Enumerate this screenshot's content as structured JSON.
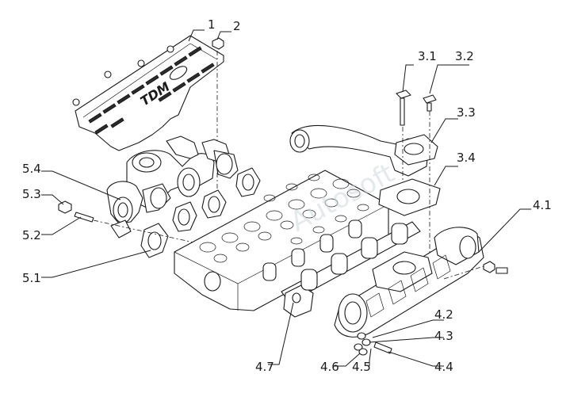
{
  "labels": {
    "l1": "1",
    "l2": "2",
    "l31": "3.1",
    "l32": "3.2",
    "l33": "3.3",
    "l34": "3.4",
    "l41": "4.1",
    "l42": "4.2",
    "l43": "4.3",
    "l44": "4.4",
    "l45": "4.5",
    "l46": "4.6",
    "l47": "4.7",
    "l51": "5.1",
    "l52": "5.2",
    "l53": "5.3",
    "l54": "5.4"
  },
  "watermark": "Autosoft",
  "shield_logo": "TDM"
}
